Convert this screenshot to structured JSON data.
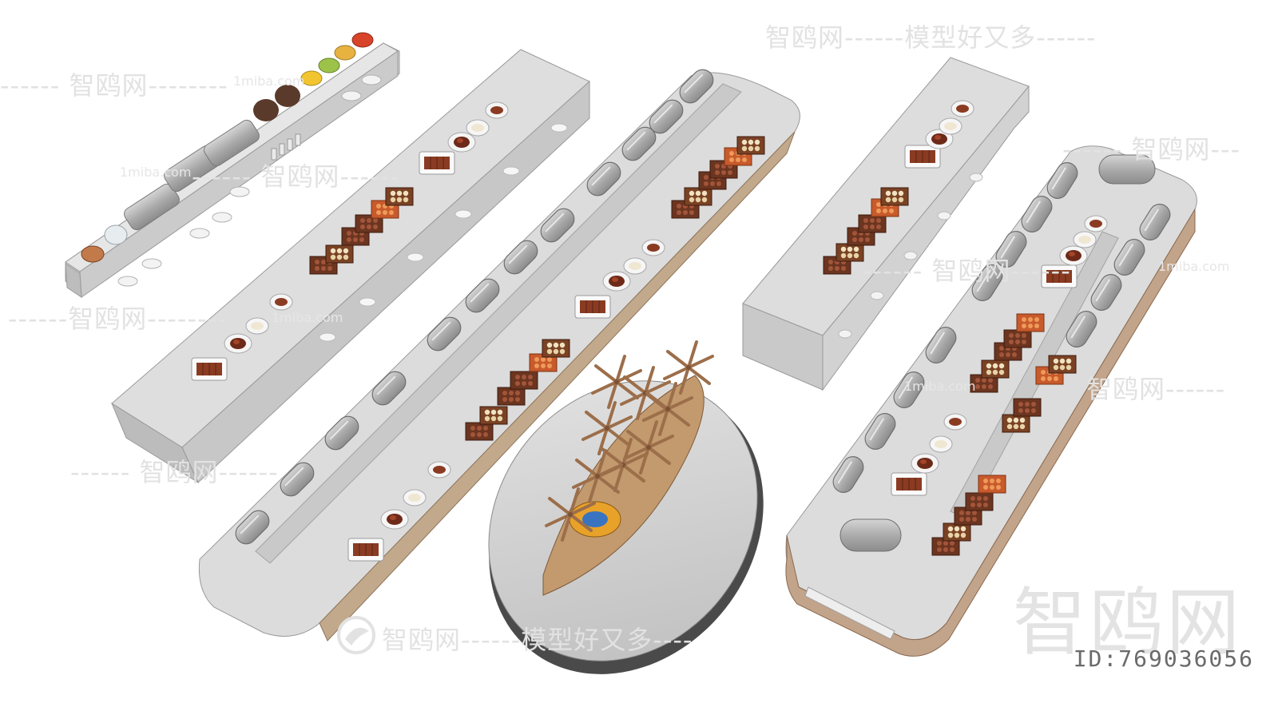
{
  "watermarks": {
    "top": "智鸥网------模型好又多------",
    "left_top": "------ 智鸥网--------",
    "left_mid": "------智鸥网--------",
    "left_lower": "------ 智鸥网------",
    "right_top": "------ 智鸥网---",
    "right_mid": "------ 智鸥网------",
    "right_lower": "智鸥网------",
    "center_mid": "------ 智鸥网------",
    "bottom": "智鸥网------模型好又多----",
    "site_1": "1miba.com",
    "site_2": "1miba.com",
    "site_3": "1miba.com",
    "site_4": "1miba.com",
    "site_5": "1miba.com"
  },
  "logo_text": "智鸥网",
  "model_id": "ID:769036056",
  "colors": {
    "counter_top": "#dcdcdc",
    "counter_side": "#c4c4c4",
    "wood": "#b89068",
    "chafing_dish": "#a9a9a9",
    "marble_island": "#cfcfcf"
  }
}
